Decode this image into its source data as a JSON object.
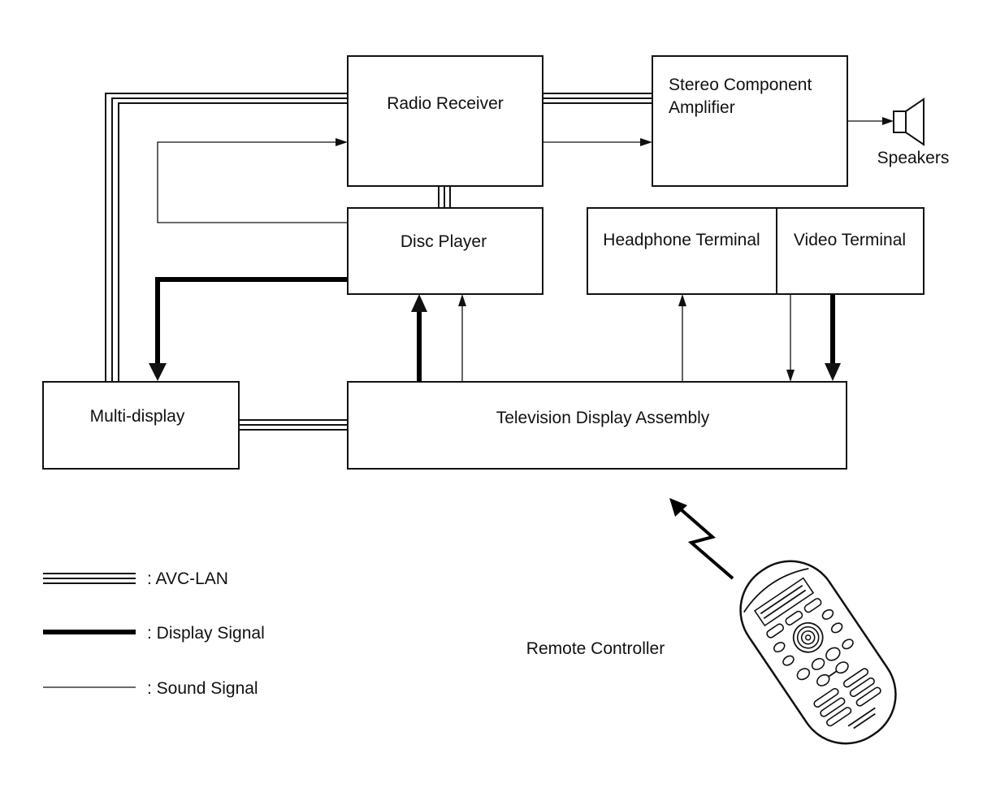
{
  "blocks": {
    "radio_receiver": "Radio Receiver",
    "stereo_amp_line1": "Stereo Component",
    "stereo_amp_line2": "Amplifier",
    "speakers": "Speakers",
    "disc_player": "Disc Player",
    "headphone_terminal": "Headphone Terminal",
    "video_terminal": "Video Terminal",
    "multi_display": "Multi-display",
    "tv_display_assembly": "Television Display Assembly",
    "remote_controller": "Remote Controller"
  },
  "legend": {
    "avc_lan": ": AVC-LAN",
    "display_signal": ": Display Signal",
    "sound_signal": ": Sound Signal"
  },
  "colors": {
    "line": "#111111",
    "background": "#ffffff"
  },
  "icons": {
    "speaker": "speaker-icon",
    "remote": "remote-control-icon",
    "wireless": "wireless-signal-icon"
  }
}
